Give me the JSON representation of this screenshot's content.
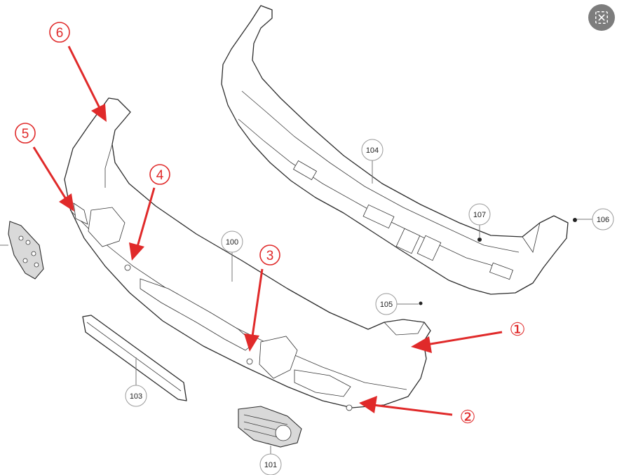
{
  "callouts": [
    {
      "id": "100",
      "label": "100"
    },
    {
      "id": "101",
      "label": "101"
    },
    {
      "id": "103",
      "label": "103"
    },
    {
      "id": "104",
      "label": "104"
    },
    {
      "id": "105",
      "label": "105"
    },
    {
      "id": "106",
      "label": "106"
    },
    {
      "id": "107",
      "label": "107"
    }
  ],
  "markers": [
    {
      "id": "m1",
      "label": "①"
    },
    {
      "id": "m2",
      "label": "②"
    },
    {
      "id": "m3",
      "label": "3"
    },
    {
      "id": "m4",
      "label": "4"
    },
    {
      "id": "m5",
      "label": "5"
    },
    {
      "id": "m6",
      "label": "6"
    }
  ],
  "colors": {
    "arrow": "#e02a2a",
    "close_button": "#7d7d7d"
  },
  "icons": {
    "close": "close-x-icon"
  }
}
